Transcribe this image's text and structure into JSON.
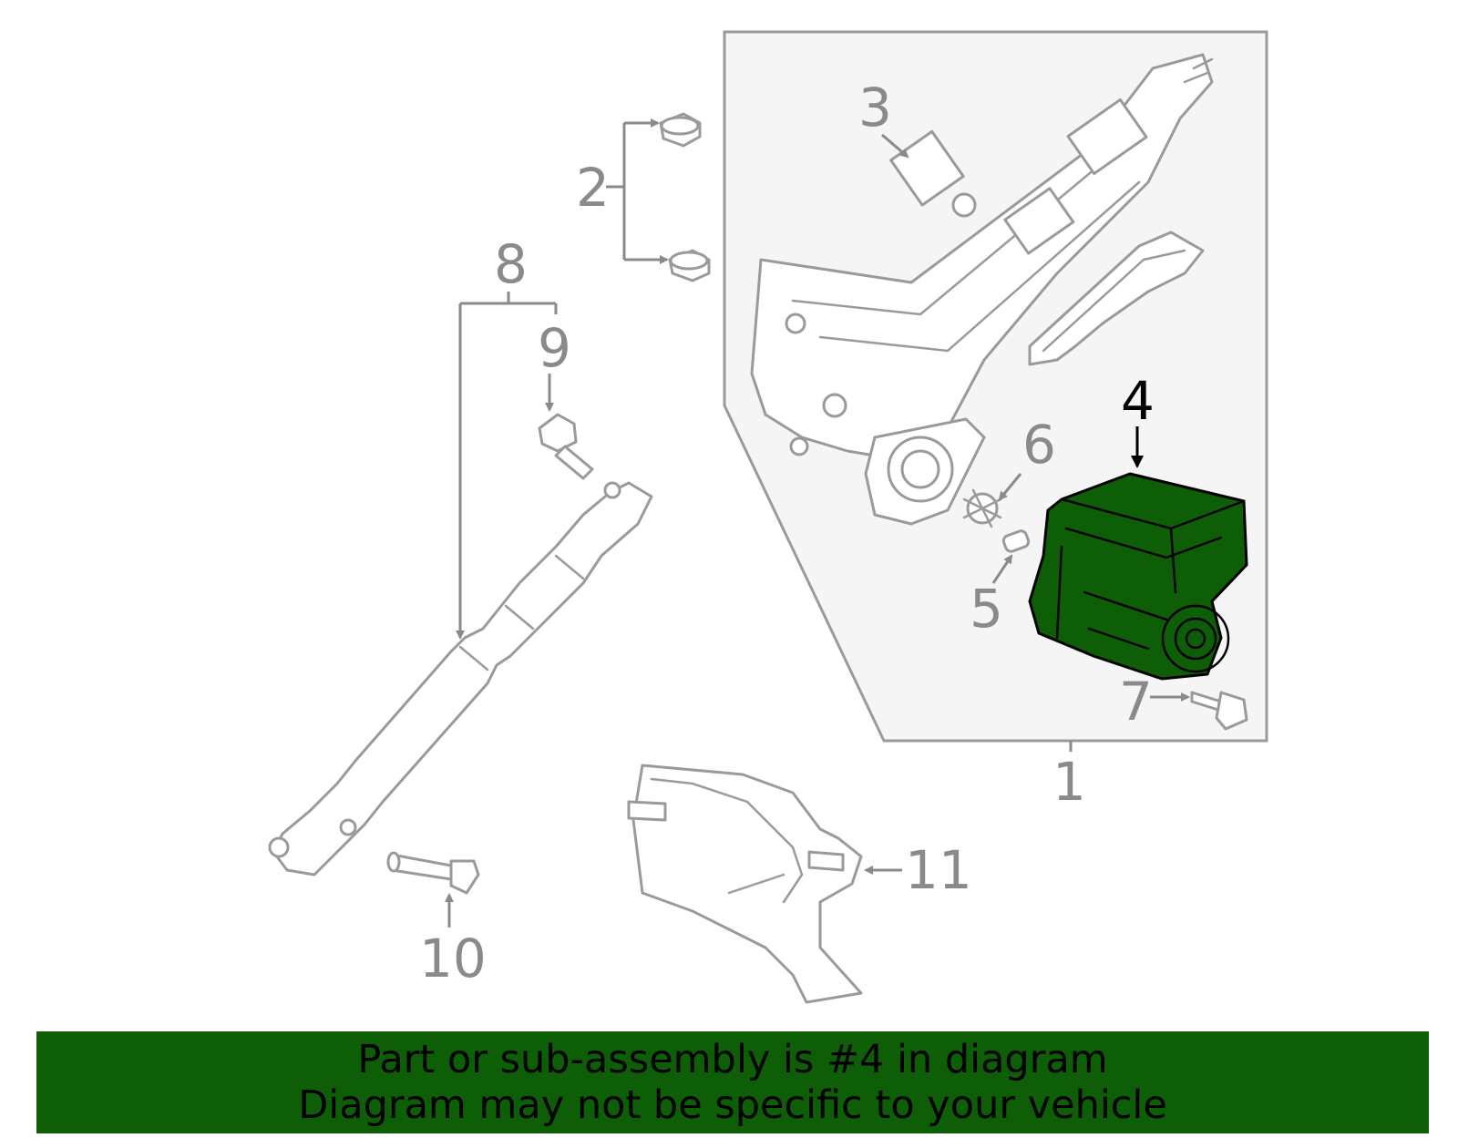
{
  "callouts": {
    "c1": "1",
    "c2": "2",
    "c3": "3",
    "c4": "4",
    "c5": "5",
    "c6": "6",
    "c7": "7",
    "c8": "8",
    "c9": "9",
    "c10": "10",
    "c11": "11"
  },
  "highlighted_callout": "4",
  "highlight_color": "#0d5e06",
  "banner": {
    "line1": "Part or sub-assembly is #4 in diagram",
    "line2": "Diagram may not be specific to your vehicle"
  }
}
